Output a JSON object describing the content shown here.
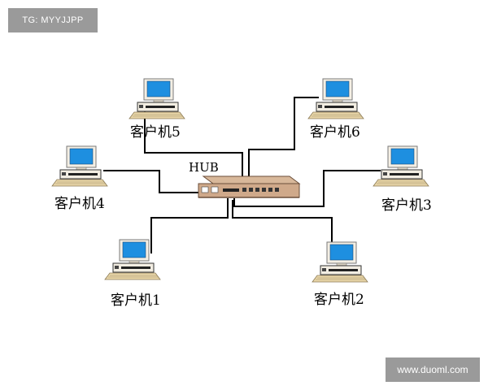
{
  "watermark_top_left": "TG: MYYJJPP",
  "watermark_bottom_right": "www.duoml.com",
  "hub": {
    "label": "HUB"
  },
  "computers": [
    {
      "label": "客户机1",
      "icon": "computer-icon"
    },
    {
      "label": "客户机2",
      "icon": "computer-icon"
    },
    {
      "label": "客户机3",
      "icon": "computer-icon"
    },
    {
      "label": "客户机4",
      "icon": "computer-icon"
    },
    {
      "label": "客户机5",
      "icon": "computer-icon"
    },
    {
      "label": "客户机6",
      "icon": "computer-icon"
    }
  ],
  "colors": {
    "screen": "#1e8fe0",
    "monitor_frame": "#f4efe4",
    "keyboard": "#e9d6a8",
    "hub_body": "#cfa98a",
    "cable": "#000000"
  }
}
